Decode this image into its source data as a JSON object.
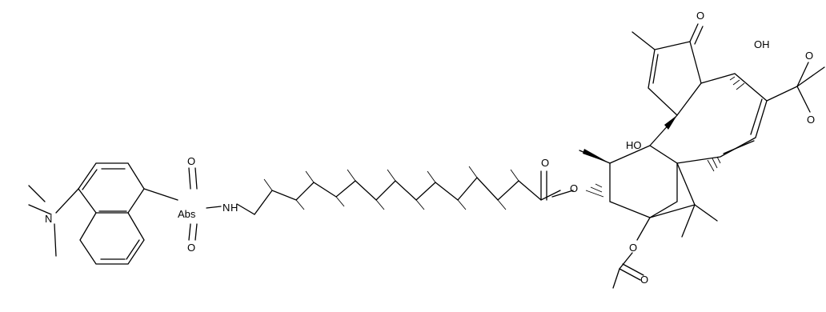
{
  "labels": {
    "oxo": "O",
    "oh_top": "OH",
    "ester_o_upper": "O",
    "ester_o_lower": "O",
    "ho_mid": "HO",
    "ester_o_mid": "O",
    "link_o": "O",
    "link_o2": "O",
    "acetyl_o": "O",
    "nh": "N",
    "nh_h": "H",
    "abs": "Abs",
    "so_top": "O",
    "so_bottom": "O",
    "nme": "N"
  }
}
